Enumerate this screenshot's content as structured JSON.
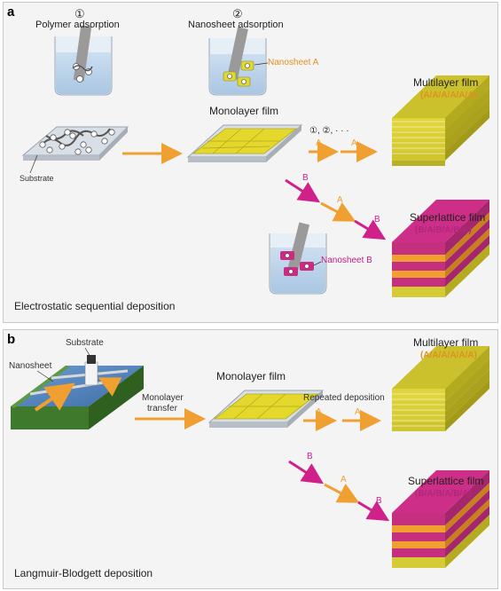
{
  "panel_a": {
    "letter": "a",
    "step1_marker": "①",
    "step1_label": "Polymer adsorption",
    "step2_marker": "②",
    "step2_label": "Nanosheet adsorption",
    "nanosheet_a_label": "Nanosheet A",
    "substrate_label": "Substrate",
    "monolayer_title": "Monolayer film",
    "repeat_label": "①, ②, · · ·",
    "arrow_a": "A",
    "arrow_b": "B",
    "multilayer_title": "Multilayer film",
    "multilayer_seq": "(A/A/A/A/A/A)",
    "superlattice_title": "Superlattice film",
    "superlattice_seq": "(B/A/B/A/B/A)",
    "nanosheet_b_label": "Nanosheet B",
    "method": "Electrostatic sequential deposition"
  },
  "panel_b": {
    "letter": "b",
    "substrate_label": "Substrate",
    "nanosheet_label": "Nanosheet",
    "transfer_label_1": "Monolayer",
    "transfer_label_2": "transfer",
    "monolayer_title": "Monolayer film",
    "repeat_label": "Repeated deposition",
    "arrow_a": "A",
    "arrow_b": "B",
    "multilayer_title": "Multilayer film",
    "multilayer_seq": "(A/A/A/A/A/A)",
    "superlattice_title": "Superlattice film",
    "superlattice_seq": "(B/A/B/A/B/A)",
    "method": "Langmuir-Blodgett deposition"
  },
  "colors": {
    "orange": "#f0a030",
    "magenta": "#d0208a",
    "yellow": "#c8bf2a",
    "pink": "#c92d83",
    "bg": "#f4f4f4"
  }
}
